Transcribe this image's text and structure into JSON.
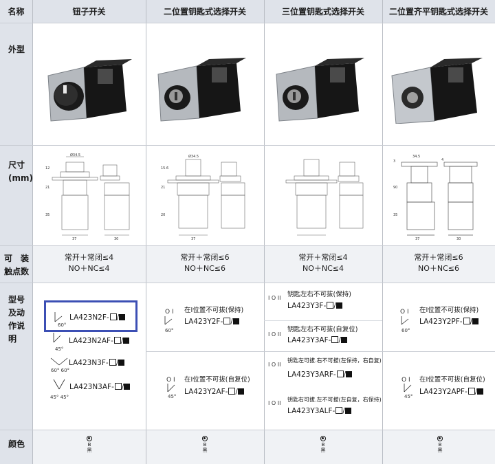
{
  "headers": [
    "名称",
    "钮子开关",
    "二位置钥匙式选择开关",
    "三位置钥匙式选择开关",
    "二位置齐平钥匙式选择开关"
  ],
  "rows": {
    "appearance": "外型",
    "dimension": "尺寸\n(mm)",
    "contacts": "可　装\n触点数",
    "model": "型号\n及动\n作说\n明",
    "color": "颜色"
  },
  "dims": {
    "d345": "Ø34.5",
    "n345": "34.5",
    "n37": "37",
    "n30": "30",
    "n12": "12",
    "n21": "21",
    "n35": "35",
    "n56": "15.6",
    "n20": "20",
    "n90": "90",
    "n3": "3",
    "n4": "4"
  },
  "contacts": [
    {
      "line1": "常开＋常闭≤4",
      "line2": "NO＋NC≤4"
    },
    {
      "line1": "常开＋常闭≤6",
      "line2": "NO＋NC≤6"
    },
    {
      "line1": "常开＋常闭≤4",
      "line2": "NO＋NC≤4"
    },
    {
      "line1": "常开＋常闭≤6",
      "line2": "NO＋NC≤6"
    }
  ],
  "models": {
    "col1": [
      {
        "code": "LA423N2F-",
        "angle": "60°"
      },
      {
        "code": "LA423N2AF-",
        "angle": "45°"
      },
      {
        "code": "LA423N3F-",
        "angle": "60°  60°"
      },
      {
        "code": "LA423N3AF-",
        "angle": "45° 45°"
      }
    ],
    "col2": [
      {
        "desc": "在I位置不可拔(保持)",
        "code": "LA423Y2F-",
        "angle": "60°",
        "pos": "O   I"
      },
      {
        "desc": "在I位置不可拔(自复位)",
        "code": "LA423Y2AF-",
        "angle": "45°",
        "pos": "O  I"
      }
    ],
    "col3": [
      {
        "desc": "钥匙左右不可拔(保持)",
        "code": "LA423Y3F-",
        "pos": "I  O  II"
      },
      {
        "desc": "钥匙左右不可拔(自复位)",
        "code": "LA423Y3AF-",
        "pos": "I  O  II"
      },
      {
        "desc": "钥匙左可拔.右不可拔(左保持，右自复)",
        "code": "LA423Y3ARF-",
        "pos": "I O II"
      },
      {
        "desc": "钥匙右可拔.左不可拔(左自复，右保持)",
        "code": "LA423Y3ALF-",
        "pos": "I O II"
      }
    ],
    "col4": [
      {
        "desc": "在I位置不可拔(保持)",
        "code": "LA423Y2PF-",
        "angle": "60°",
        "pos": "O   I"
      },
      {
        "desc": "在I位置不可拔(自复位)",
        "code": "LA423Y2APF-",
        "angle": "45°",
        "pos": "O  I"
      }
    ]
  },
  "color": {
    "letter": "B",
    "name": "黑"
  }
}
